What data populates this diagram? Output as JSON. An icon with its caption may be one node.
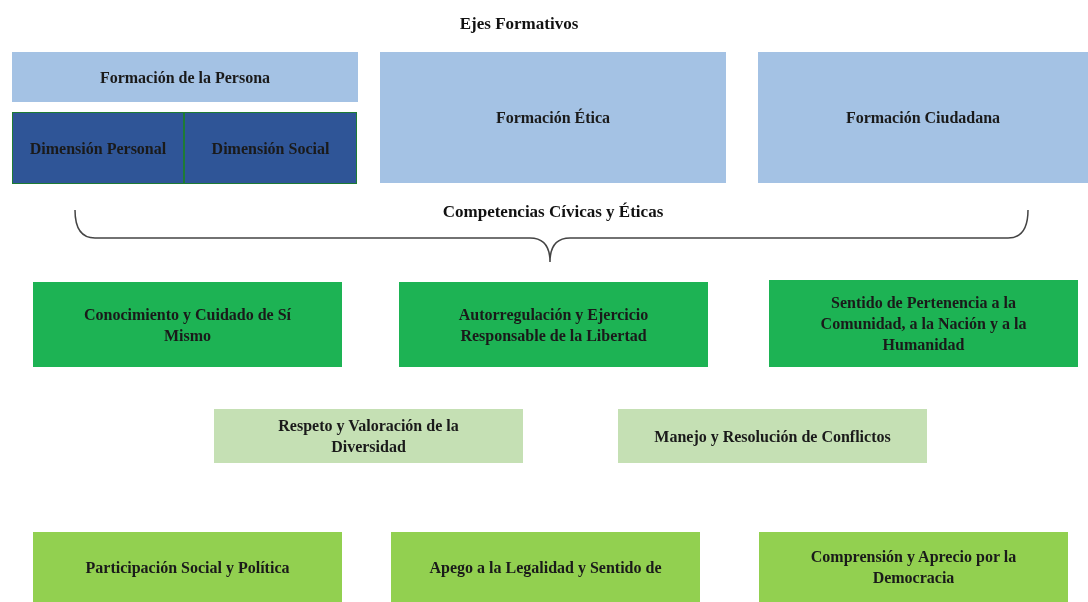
{
  "diagram": {
    "title": "Ejes Formativos",
    "nodes": [
      {
        "text": [
          "Formación de la Persona"
        ]
      },
      {
        "text": [
          "Dimensión Personal"
        ]
      },
      {
        "text": [
          "Dimensión Social"
        ]
      },
      {
        "text": [
          "Formación Ética"
        ]
      },
      {
        "text": [
          "Formación Ciudadana"
        ]
      },
      {
        "text": [
          "Conocimiento y Cuidado de Sí Mismo"
        ]
      },
      {
        "text": [
          "Autorregulación y Ejercicio Responsable de la Libertad"
        ]
      },
      {
        "text": [
          "Sentido de Pertenencia a la Comunidad, a la Nación y a la Humanidad"
        ]
      },
      {
        "text": [
          "Respeto y Valoración de la Diversidad"
        ]
      },
      {
        "text": [
          "Manejo y Resolución de Conflictos"
        ]
      },
      {
        "text": [
          "Participación Social y Política"
        ]
      },
      {
        "text": [
          "Apego a la Legalidad y Sentido de"
        ]
      },
      {
        "text": [
          "Comprensión y Aprecio por la Democracia"
        ]
      }
    ],
    "labels": [
      "Competencias Cívicas y Éticas"
    ]
  }
}
